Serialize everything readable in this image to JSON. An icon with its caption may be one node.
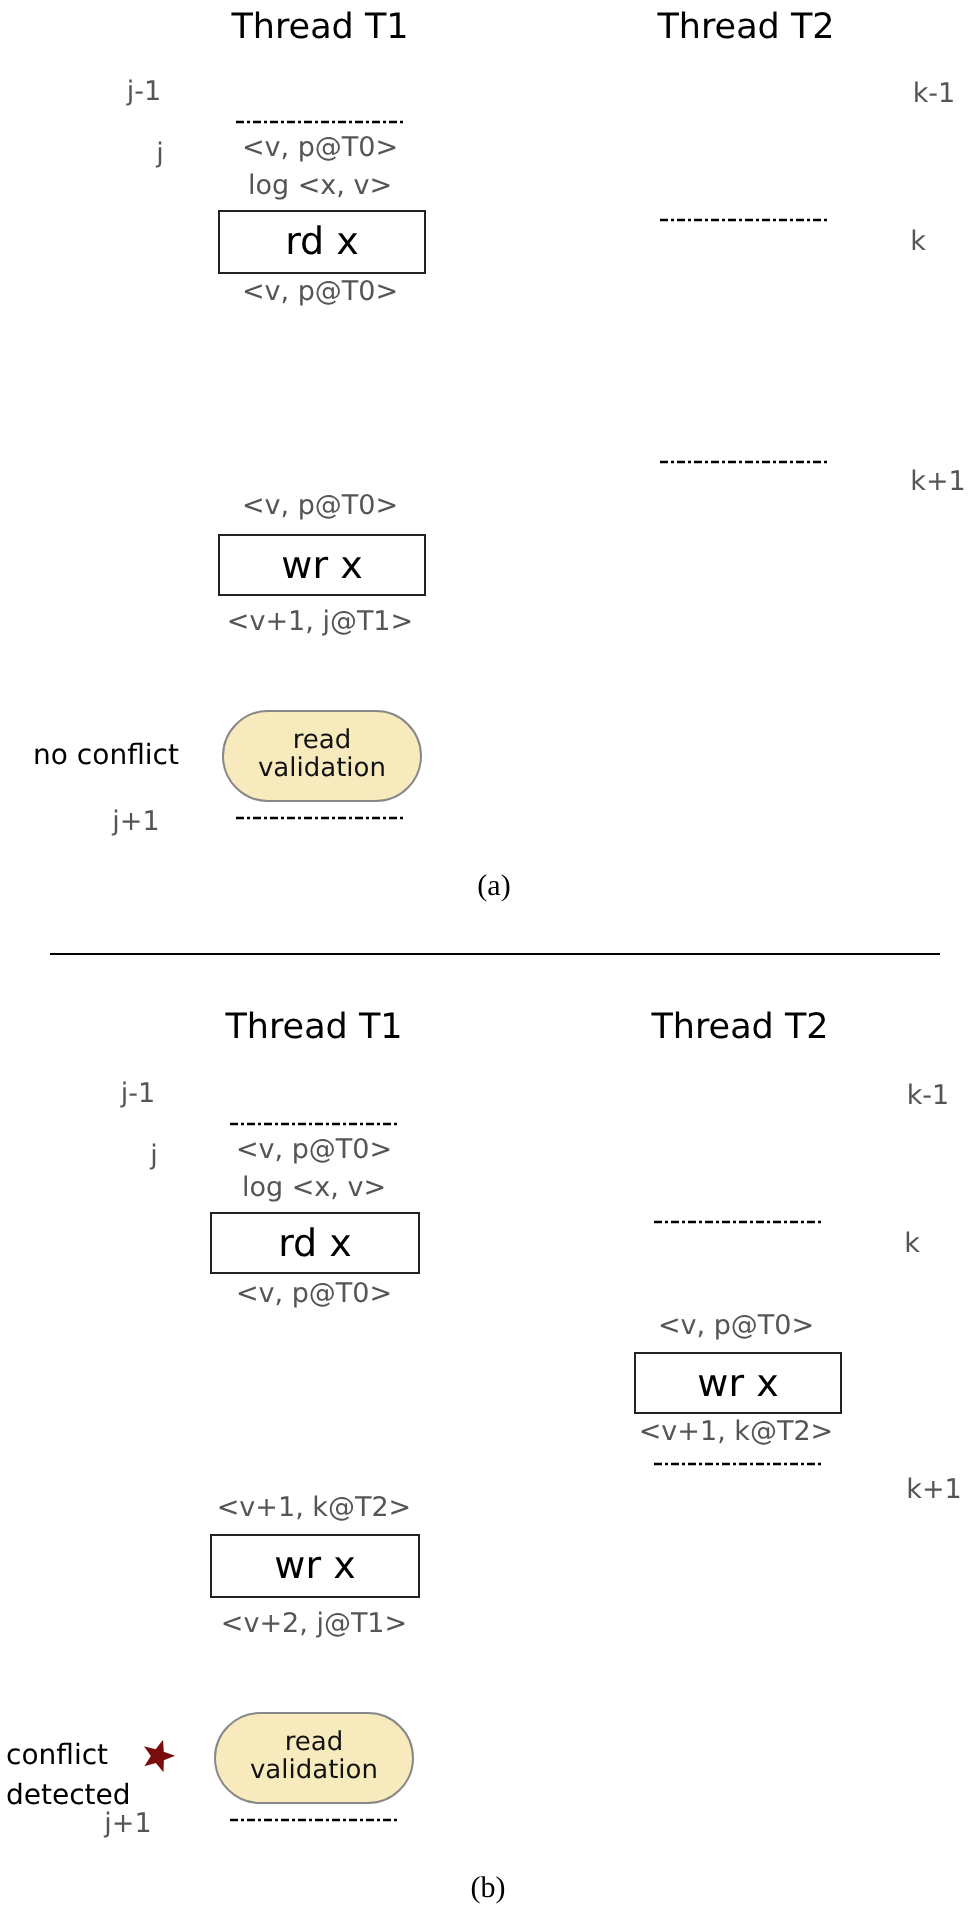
{
  "diagram": {
    "nodes": [
      {
        "text": [
          "rd x"
        ],
        "beside": [
          "<v, p@T0>",
          "log <x, v>",
          "<v, p@T0>"
        ]
      },
      {
        "text": [
          "wr x"
        ],
        "beside": [
          "<v, p@T0>",
          "<v+1, j@T1>"
        ]
      },
      {
        "text": [
          "read validation"
        ],
        "beside": [
          "no conflict"
        ]
      },
      {
        "text": [
          "rd x"
        ],
        "beside": [
          "<v, p@T0>",
          "log <x, v>",
          "<v, p@T0>"
        ]
      },
      {
        "text": [
          "wr x"
        ],
        "beside": [
          "<v, p@T0>",
          "<v+1, k@T2>"
        ]
      },
      {
        "text": [
          "wr x"
        ],
        "beside": [
          "<v+1, k@T2>",
          "<v+2, j@T1>"
        ]
      },
      {
        "text": [
          "read validation"
        ],
        "beside": [
          "conflict detected"
        ]
      }
    ],
    "labels": [
      "Thread T1",
      "Thread T2",
      "j-1",
      "k-1",
      "j",
      "k",
      "k+1",
      "j+1",
      "(a)",
      "Thread T1",
      "Thread T2",
      "j-1",
      "k-1",
      "j",
      "k",
      "k+1",
      "j+1",
      "(b)"
    ]
  }
}
